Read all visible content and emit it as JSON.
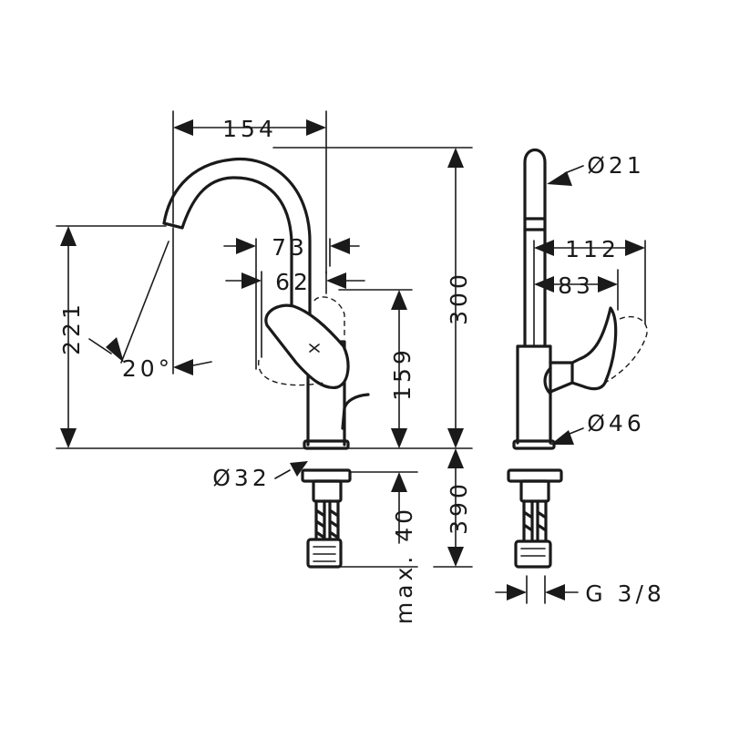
{
  "dimensions": {
    "spout_reach": "154",
    "lever_reach_max": "73",
    "lever_reach": "62",
    "spout_height": "221",
    "swivel_angle": "20°",
    "total_height": "300",
    "lever_height": "159",
    "base_diameter": "Ø32",
    "max_thickness": "max. 40",
    "shank_length": "390",
    "spout_diameter": "Ø21",
    "side_depth_max": "112",
    "side_depth": "83",
    "body_diameter": "Ø46",
    "connection_thread": "G 3/8"
  },
  "colors": {
    "line": "#1a1a1a",
    "background": "#ffffff"
  }
}
